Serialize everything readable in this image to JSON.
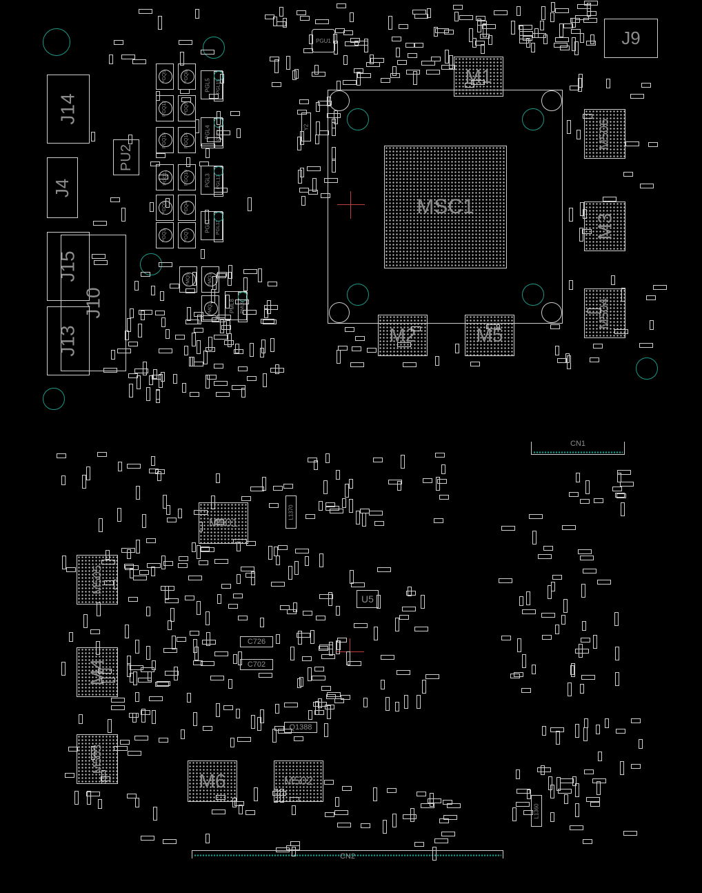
{
  "board_top": {
    "connectors": {
      "j14": "J14",
      "j4": "J4",
      "j15": "J15",
      "j10": "J10",
      "j13": "J13",
      "j9": "J9"
    },
    "power": {
      "pu2": "PU2",
      "pgu1": "PGU1"
    },
    "memory": {
      "m1": "M1",
      "m506": "M506",
      "m3": "M3",
      "m504": "M504",
      "m2": "M2",
      "m5": "M5"
    },
    "soc": "MSC1",
    "crystal": "Y2",
    "mosfets": [
      "PGQ9",
      "PGQ8",
      "PGQ12",
      "PGQ6",
      "PGQ15",
      "PGQ14",
      "PGQ11",
      "PGQ10",
      "PGQ5",
      "PGQ4",
      "PGQ3",
      "PGQ7",
      "PMQ5",
      "PMQ3",
      "PMQ2"
    ],
    "inductors": [
      "PGL5",
      "PGL4",
      "PGL3",
      "PGL1",
      "PML8"
    ],
    "inductors_alt": [
      "PGL15",
      "PGL14",
      "PGL13",
      "PGL11",
      "PML9"
    ]
  },
  "board_bottom": {
    "connectors": {
      "cn1": "CN1",
      "cn2": "CN2"
    },
    "memory": {
      "m501": "M501",
      "m505": "M505",
      "m4": "M4",
      "m503": "M503",
      "m6": "M6",
      "m502": "M502"
    },
    "u5": "U5",
    "caps": {
      "c726": "C726",
      "c702": "C702"
    },
    "q1388": "Q1388",
    "l1370": "L1370",
    "l1360": "L1360"
  },
  "colors": {
    "outline": "#cfcfcf",
    "hole": "#1b9a8a",
    "marker": "#c04040",
    "background": "#000000"
  }
}
